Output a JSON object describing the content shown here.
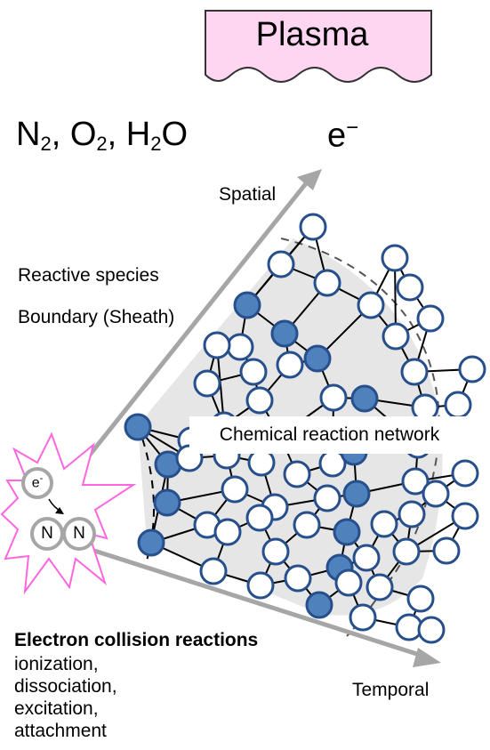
{
  "plasma_box": {
    "label": "Plasma",
    "fill": "#ffd6f2",
    "stroke": "#333333"
  },
  "species": {
    "n2_base": "N",
    "n2_sub": "2",
    "sep1": ", ",
    "o2_base": "O",
    "o2_sub": "2",
    "sep2": ", ",
    "h2o_h": "H",
    "h2o_sub": "2",
    "h2o_o": "O"
  },
  "electron": {
    "base": "e",
    "sup": "−"
  },
  "axes": {
    "spatial": "Spatial",
    "temporal": "Temporal",
    "color": "#a6a6a6"
  },
  "labels": {
    "reactive_species": "Reactive species",
    "boundary": "Boundary (Sheath)",
    "network": "Chemical reaction network"
  },
  "collision": {
    "burst_color": "#ff66e0",
    "electron_label": "e",
    "electron_sup": "-",
    "atom_label_1": "N",
    "atom_label_2": "N",
    "title": "Electron collision reactions",
    "items": [
      "ionization,",
      "dissociation,",
      "excitation,",
      "attachment"
    ]
  },
  "network_colors": {
    "filled_node": "#4f81bd",
    "node_stroke": "#264f8c",
    "edge": "#000000",
    "region_fill": "#e6e6e6"
  }
}
